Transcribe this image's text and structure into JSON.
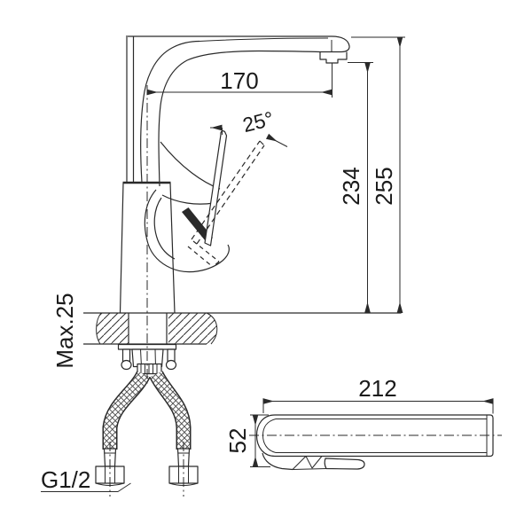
{
  "colors": {
    "background": "#ffffff",
    "line": "#2a2a2a",
    "text": "#1a1a1a"
  },
  "labels": {
    "spout_reach": "170",
    "handle_angle": "25°",
    "outlet_height": "234",
    "total_height": "255",
    "max_deck_thickness": "Max.25",
    "connector_thread": "G1/2",
    "top_view_length": "212",
    "top_view_width": "52"
  }
}
